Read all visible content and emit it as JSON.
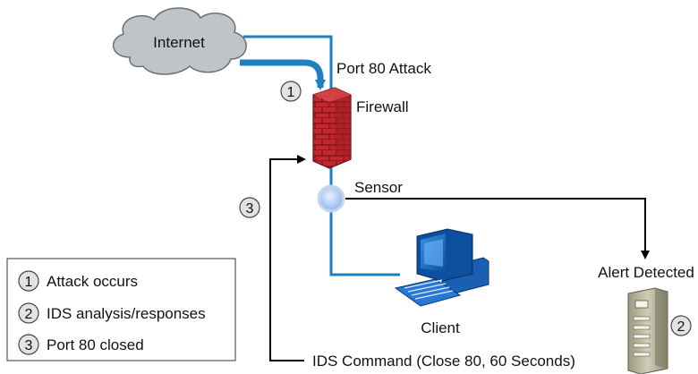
{
  "labels": {
    "internet": "Internet",
    "port80_attack": "Port 80 Attack",
    "firewall": "Firewall",
    "sensor": "Sensor",
    "client": "Client",
    "alert_detected": "Alert Detected",
    "ids_command": "IDS Command (Close 80, 60 Seconds)"
  },
  "step_markers": {
    "attack": "1",
    "command": "3",
    "ids": "2"
  },
  "legend": {
    "items": [
      {
        "number": "1",
        "label": "Attack occurs"
      },
      {
        "number": "2",
        "label": "IDS analysis/responses"
      },
      {
        "number": "3",
        "label": "Port 80 closed"
      }
    ]
  },
  "colors": {
    "network_line": "#1f7fbf",
    "attack_arrow": "#1f7fbf",
    "cloud_fill": "#bfc4c8",
    "firewall_brick": "#c0282e",
    "sensor": "#a9c8f0",
    "command_line": "#000000"
  },
  "icons": [
    "cloud-icon",
    "firewall-icon",
    "sensor-icon",
    "workstation-icon",
    "server-icon"
  ]
}
